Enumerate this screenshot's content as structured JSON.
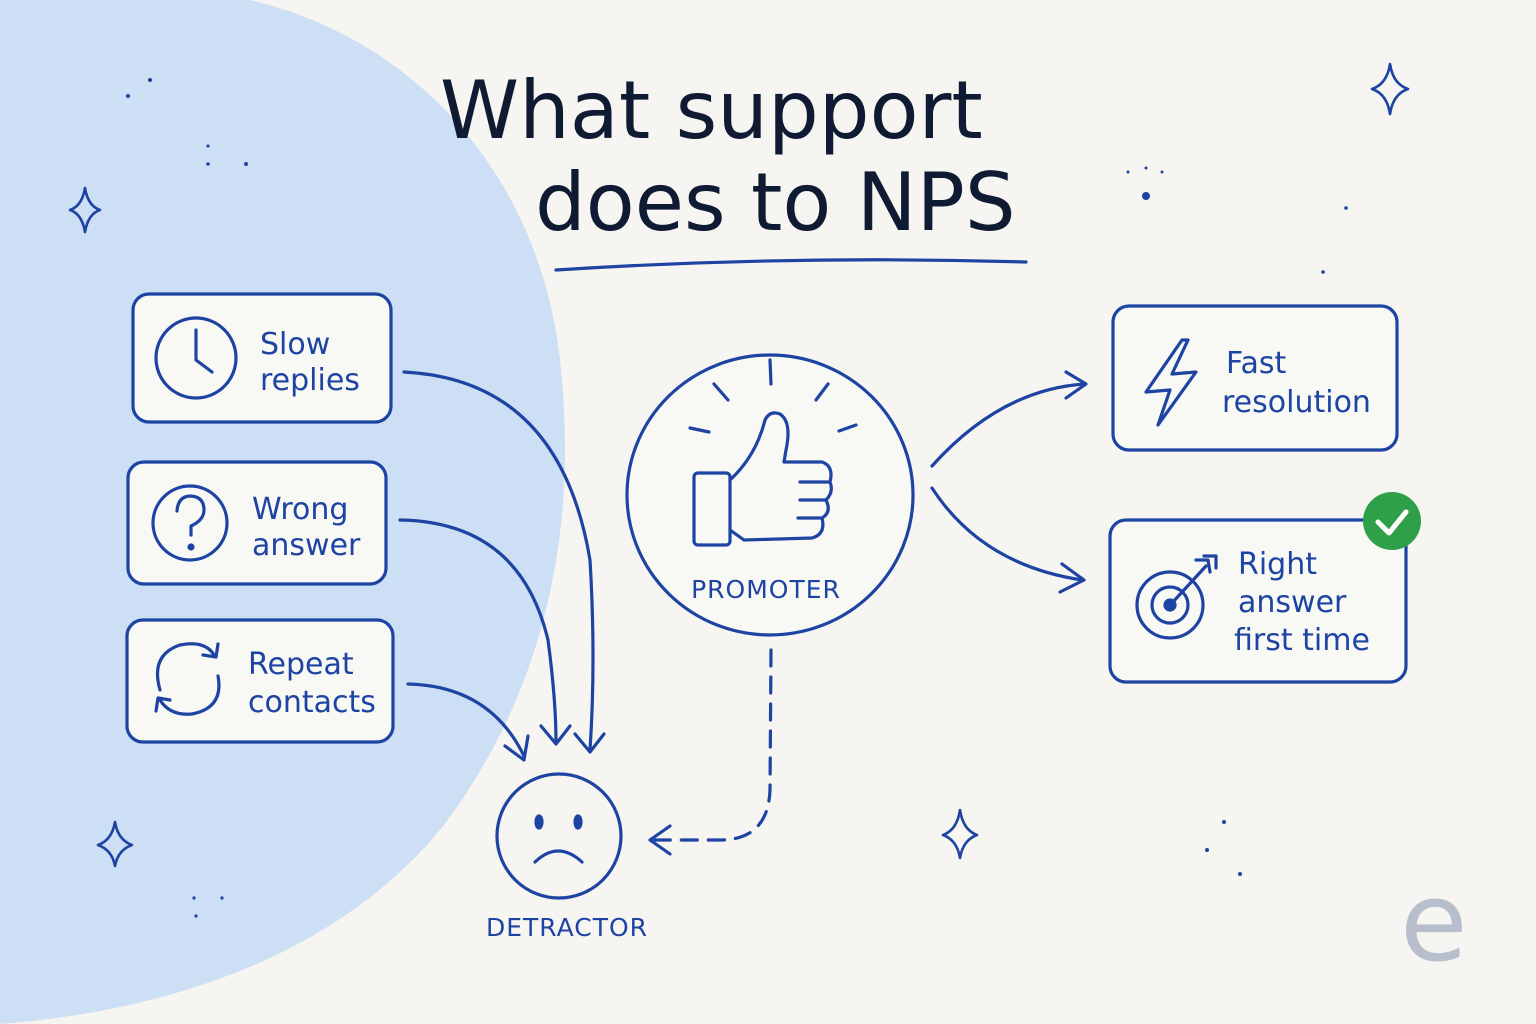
{
  "title": {
    "line1": "What support",
    "line2": "does to NPS"
  },
  "left_items": [
    {
      "line1": "Slow",
      "line2": "replies",
      "icon": "clock-icon"
    },
    {
      "line1": "Wrong",
      "line2": "answer",
      "icon": "question-icon"
    },
    {
      "line1": "Repeat",
      "line2": "contacts",
      "icon": "refresh-icon"
    }
  ],
  "right_items": [
    {
      "line1": "Fast",
      "line2": "resolution",
      "line3": "",
      "icon": "lightning-icon"
    },
    {
      "line1": "Right",
      "line2": "answer",
      "line3": "first time",
      "icon": "target-icon"
    }
  ],
  "promoter": {
    "label": "PROMOTER",
    "icon": "thumbs-up-icon"
  },
  "detractor": {
    "label": "DETRACTOR",
    "icon": "sad-face-icon"
  },
  "watermark": {
    "text": "e"
  },
  "colors": {
    "background": "#f6f5f1",
    "accent": "#1d44a3",
    "highlight_blob": "#cddff4",
    "check_badge": "#2fa04a",
    "title": "#0f1a33"
  }
}
